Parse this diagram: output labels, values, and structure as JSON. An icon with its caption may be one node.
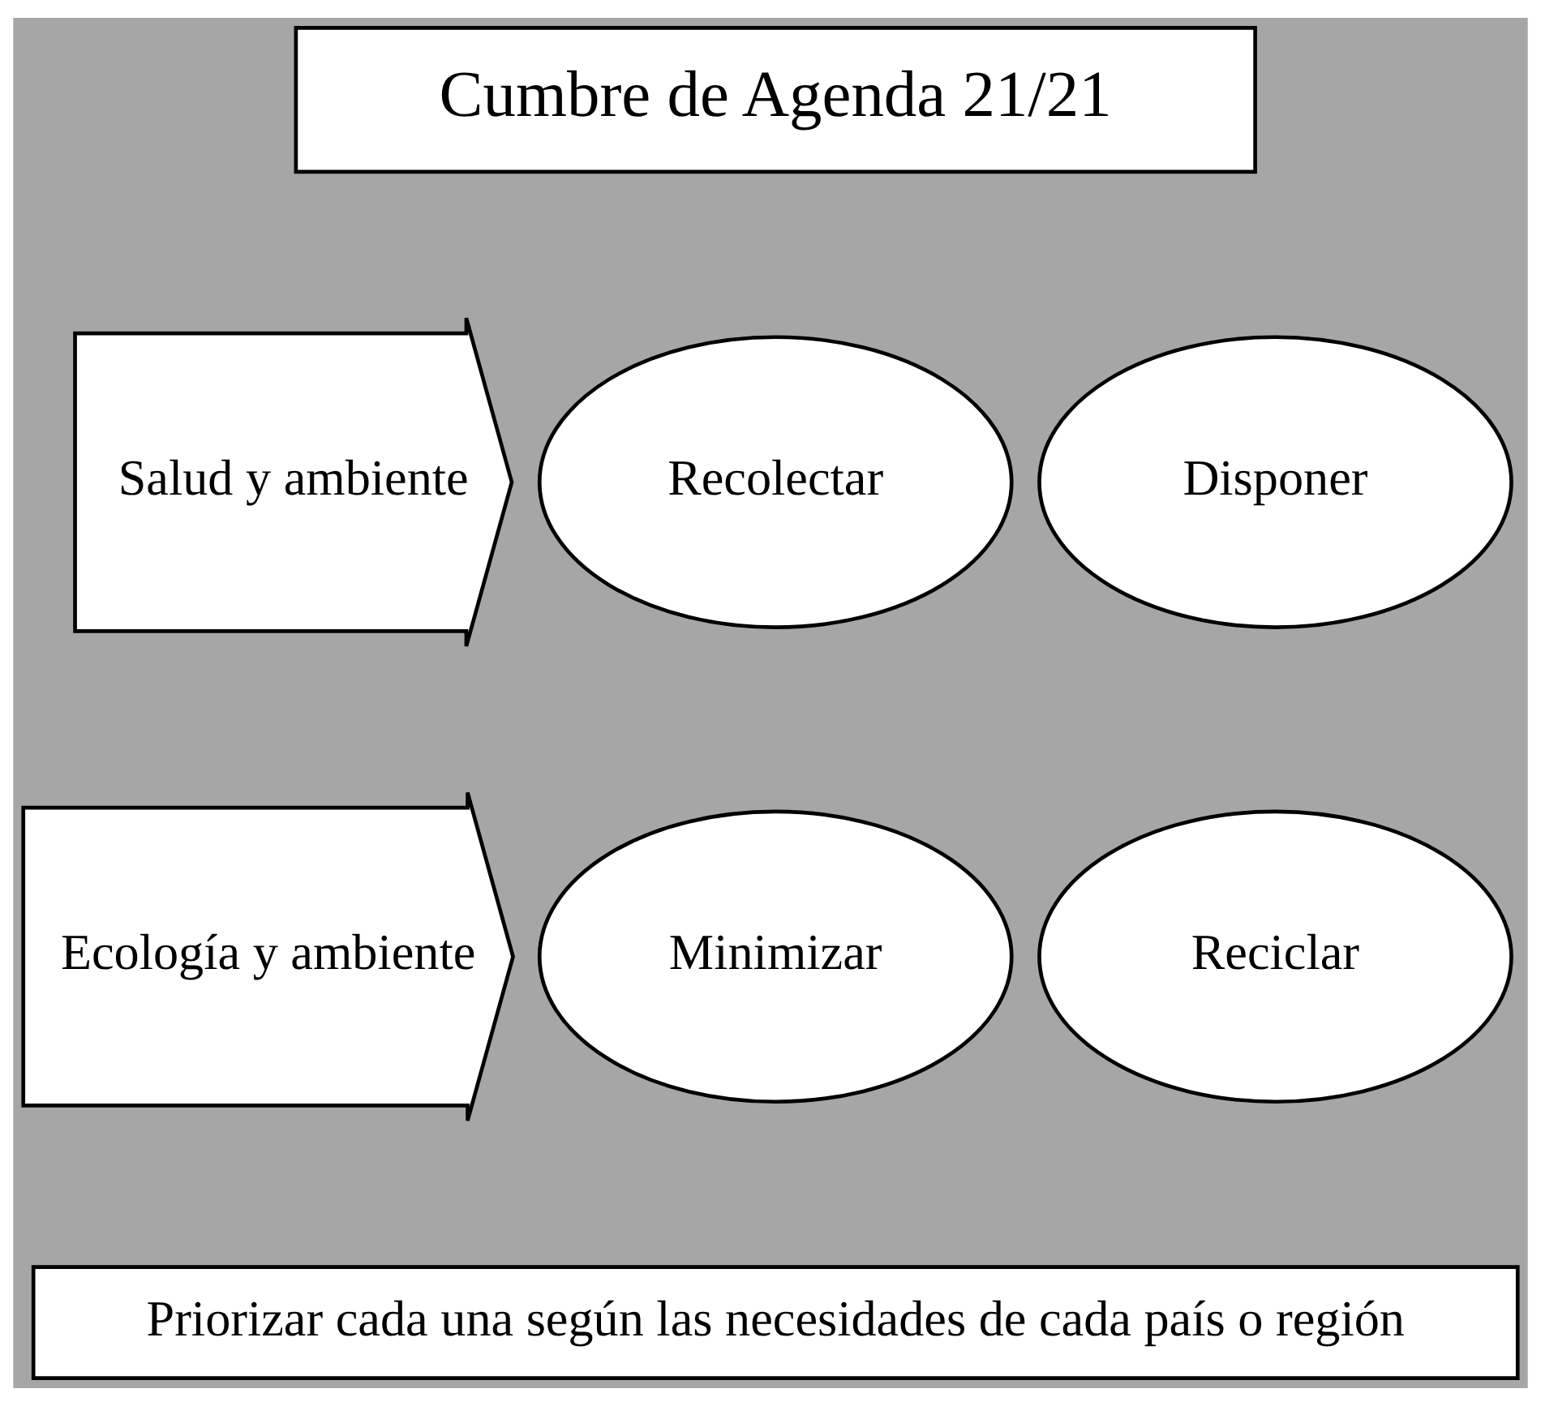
{
  "diagram": {
    "nodes": [
      {
        "text": [
          "Cumbre de Agenda 21/21"
        ]
      },
      {
        "text": [
          "Salud y ambiente"
        ]
      },
      {
        "text": [
          "Recolectar"
        ]
      },
      {
        "text": [
          "Disponer"
        ]
      },
      {
        "text": [
          "Ecología y ambiente"
        ]
      },
      {
        "text": [
          "Minimizar"
        ]
      },
      {
        "text": [
          "Reciclar"
        ]
      },
      {
        "text": [
          "Priorizar cada una según las necesidades de cada país o región"
        ]
      }
    ]
  }
}
